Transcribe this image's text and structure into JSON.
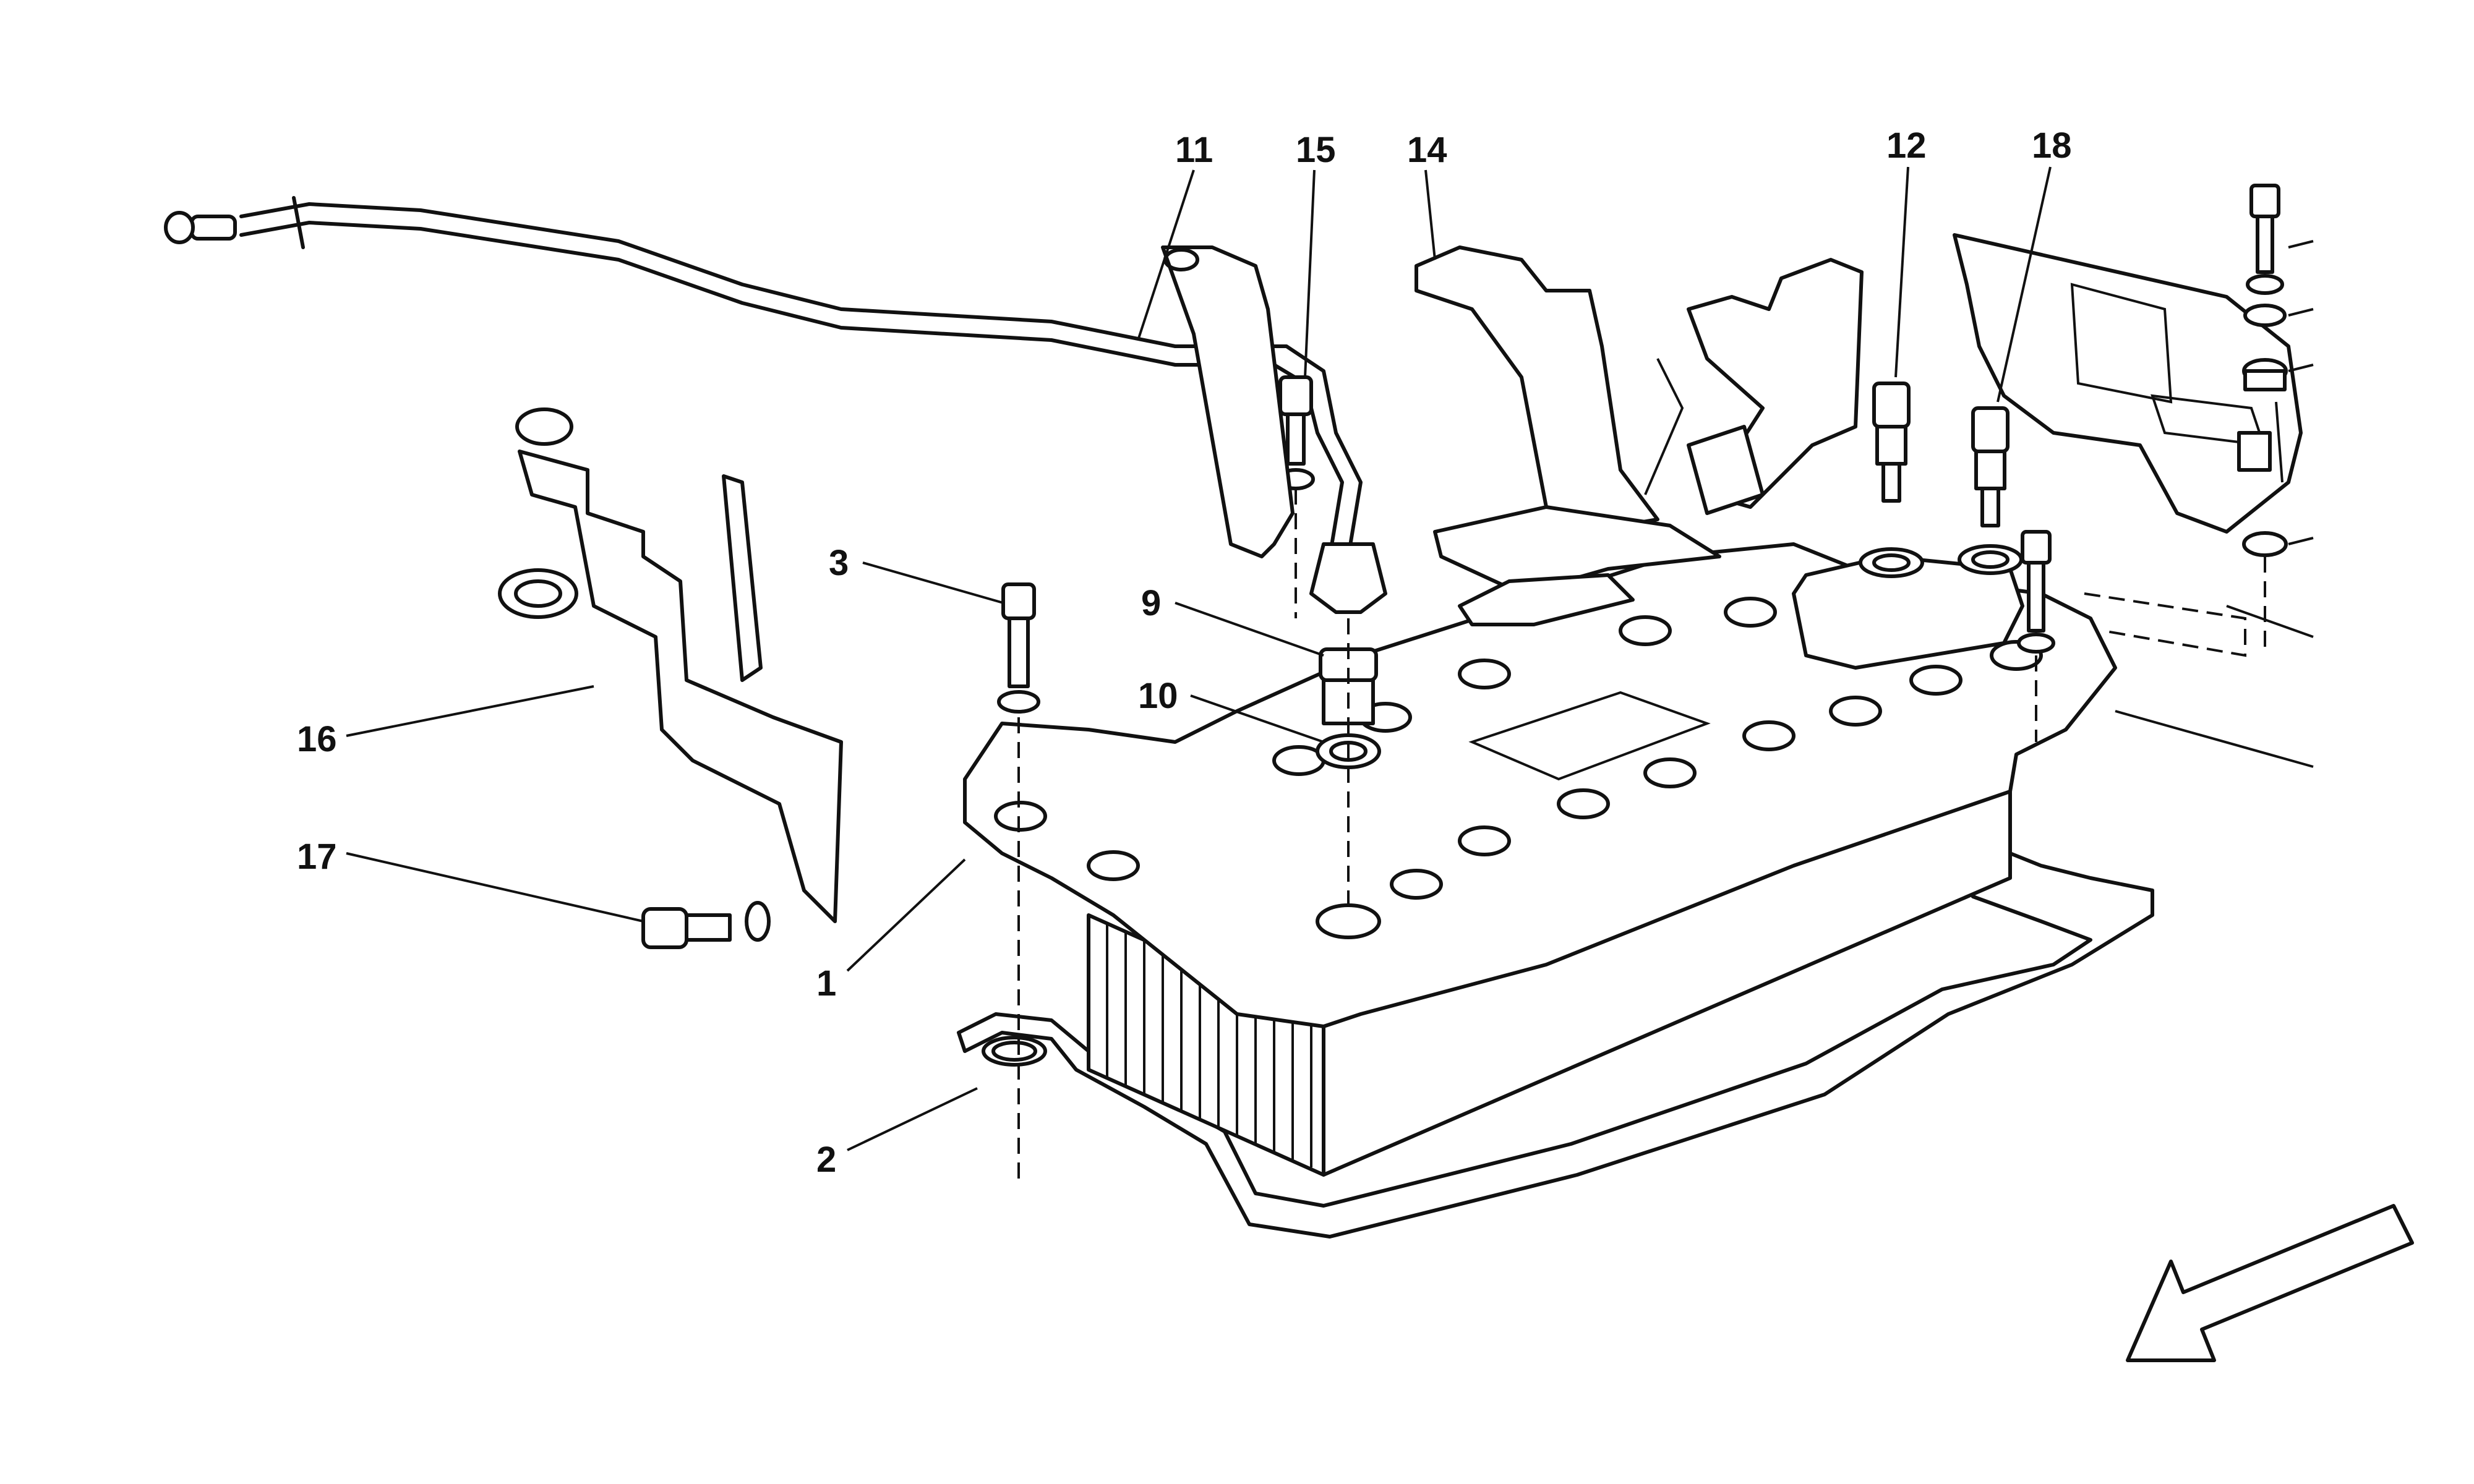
{
  "diagram": {
    "callouts": [
      {
        "id": "11",
        "label": "11"
      },
      {
        "id": "15",
        "label": "15"
      },
      {
        "id": "14",
        "label": "14"
      },
      {
        "id": "12",
        "label": "12"
      },
      {
        "id": "18",
        "label": "18"
      },
      {
        "id": "3",
        "label": "3"
      },
      {
        "id": "9",
        "label": "9"
      },
      {
        "id": "10",
        "label": "10"
      },
      {
        "id": "16",
        "label": "16"
      },
      {
        "id": "17",
        "label": "17"
      },
      {
        "id": "1",
        "label": "1"
      },
      {
        "id": "2",
        "label": "2"
      }
    ],
    "orientation_arrow": "direction-arrow-icon"
  }
}
